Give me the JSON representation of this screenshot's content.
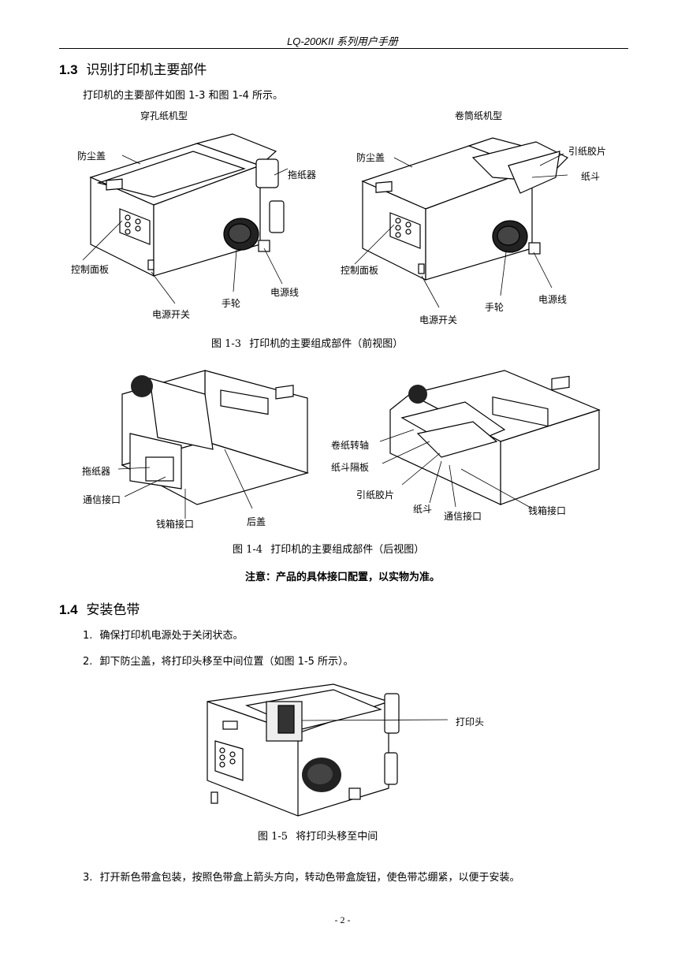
{
  "header": {
    "title": "LQ-200KII 系列用户手册"
  },
  "section_1_3": {
    "number": "1.3",
    "title": "识别打印机主要部件",
    "intro": "打印机的主要部件如图 1-3 和图 1-4 所示。",
    "fig3": {
      "left_title": "穿孔纸机型",
      "right_title": "卷筒纸机型",
      "left_labels": {
        "dust_cover": "防尘盖",
        "tractor": "拖纸器",
        "control_panel": "控制面板",
        "power_cord": "电源线",
        "knob": "手轮",
        "power_switch": "电源开关"
      },
      "right_labels": {
        "dust_cover": "防尘盖",
        "paper_guide": "引纸胶片",
        "paper_bin": "纸斗",
        "control_panel": "控制面板",
        "power_cord": "电源线",
        "knob": "手轮",
        "power_switch": "电源开关"
      },
      "caption_num": "图 1-3",
      "caption_text": "打印机的主要组成部件（前视图）"
    },
    "fig4": {
      "left_labels": {
        "tractor": "拖纸器",
        "comm_port": "通信接口",
        "cash_port": "钱箱接口",
        "rear_cover": "后盖"
      },
      "right_labels": {
        "roll_shaft": "卷纸转轴",
        "bin_divider": "纸斗隔板",
        "paper_guide": "引纸胶片",
        "paper_bin": "纸斗",
        "comm_port": "通信接口",
        "cash_port": "钱箱接口"
      },
      "caption_num": "图 1-4",
      "caption_text": "打印机的主要组成部件（后视图）"
    },
    "note": "注意：产品的具体接口配置，以实物为准。"
  },
  "section_1_4": {
    "number": "1.4",
    "title": "安装色带",
    "steps": [
      {
        "num": "1.",
        "text": "确保打印机电源处于关闭状态。"
      },
      {
        "num": "2.",
        "text": "卸下防尘盖，将打印头移至中间位置（如图 1-5 所示）。"
      },
      {
        "num": "3.",
        "text": "打开新色带盒包装，按照色带盒上箭头方向，转动色带盒旋钮，使色带芯绷紧，以便于安装。"
      }
    ],
    "fig5": {
      "label_print_head": "打印头",
      "caption_num": "图 1-5",
      "caption_text": "将打印头移至中间"
    }
  },
  "footer": {
    "page": "- 2 -"
  }
}
